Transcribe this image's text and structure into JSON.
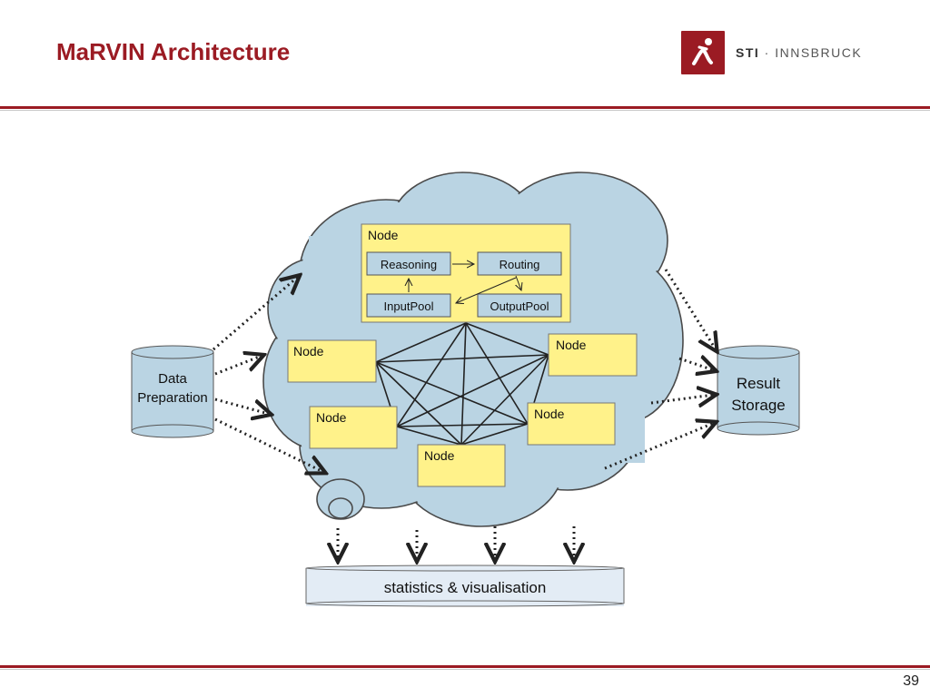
{
  "slide": {
    "title": "MaRVIN Architecture",
    "page_number": "39"
  },
  "logo": {
    "brand": "STI",
    "separator": "·",
    "name": "INNSBRUCK"
  },
  "diagram": {
    "main_node": {
      "title": "Node",
      "components": {
        "reasoning": "Reasoning",
        "routing": "Routing",
        "input_pool": "InputPool",
        "output_pool": "OutputPool"
      }
    },
    "nodes": [
      "Node",
      "Node",
      "Node",
      "Node",
      "Node"
    ],
    "data_preparation": [
      "Data",
      "Preparation"
    ],
    "result_storage": [
      "Result",
      "Storage"
    ],
    "statistics": "statistics & visualisation"
  },
  "colors": {
    "brand": "#9b1b23",
    "cloud": "#bad4e3",
    "node_fill": "#fff28a",
    "component_fill": "#bad4e3",
    "statistics_fill": "#e3ecf5"
  }
}
